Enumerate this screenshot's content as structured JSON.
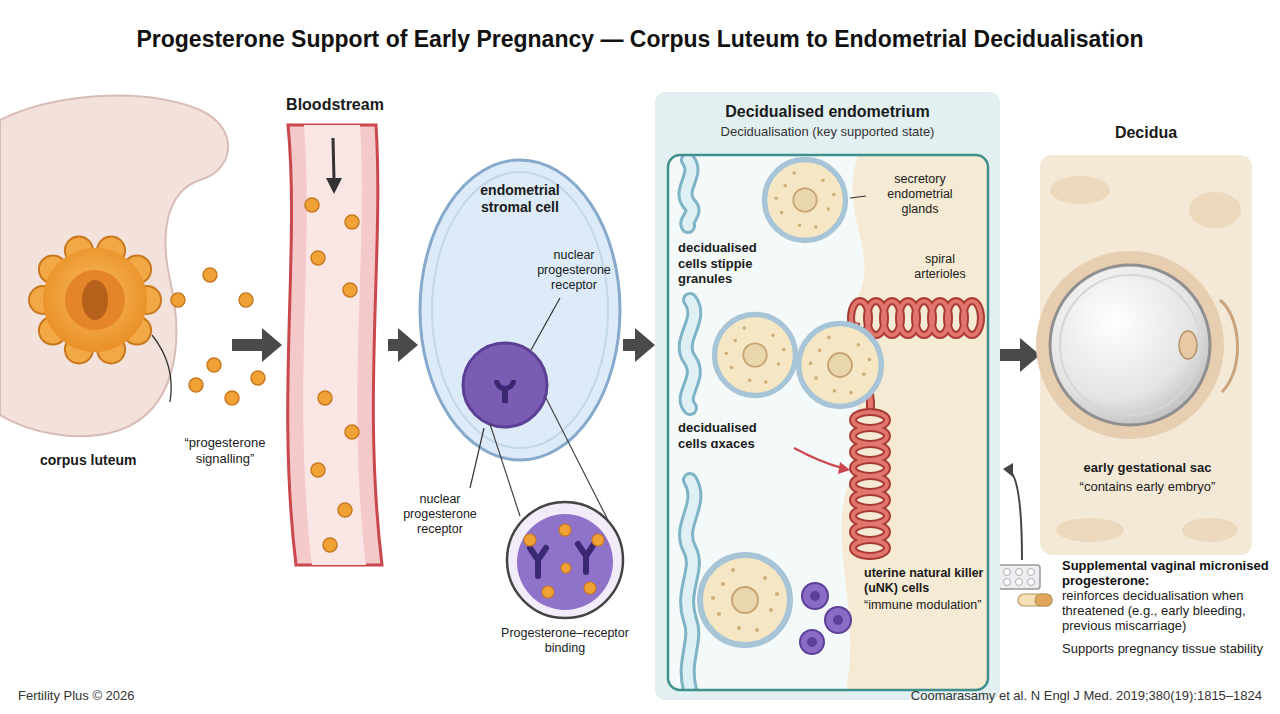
{
  "diagram": {
    "title": "Progesterone Support of Early Pregnancy — Corpus Luteum to Endometrial Decidualisation",
    "nodes": [
      {
        "text": [
          "corpus luteum",
          "“progesterone signalling”"
        ]
      },
      {
        "text": [
          "Bloodstream"
        ]
      },
      {
        "text": [
          "endometrial stromal cell",
          "nuclear progesterone receptor"
        ]
      },
      {
        "text": [
          "Progesterone–receptor binding"
        ]
      },
      {
        "text": [
          "Decidualised endometrium",
          "Decidualisation (key supported state)"
        ]
      },
      {
        "text": [
          "Decidua"
        ]
      },
      {
        "text": [
          "early gestational sac",
          "“contains early embryo”"
        ],
        "in": 5
      }
    ],
    "edges": [
      {
        "from": 0,
        "to": 1,
        "arrow": "to"
      },
      {
        "from": 1,
        "to": 2,
        "arrow": "to"
      },
      {
        "from": 2,
        "to": 4,
        "arrow": "to"
      },
      {
        "from": 4,
        "to": 5,
        "arrow": "to"
      }
    ],
    "labels": [
      "nuclear progesterone receptor",
      "secretory endometrial glands",
      "decidualised cells stippie granules",
      "spiral arterioles",
      "decidualised cells ɑxaces",
      "uterine natural killer (uNK) cells",
      "“immune modulation”",
      "Supplemental vaginal micronised progesterone:",
      "reinforces decidualisation when threatened (e.g., early bleeding, previous miscarriage)",
      "Supports pregnancy tissue stability",
      "Fertility Plus © 2026",
      "Coomarasamy et al. N Engl J Med. 2019;380(19):1815–1824"
    ]
  }
}
